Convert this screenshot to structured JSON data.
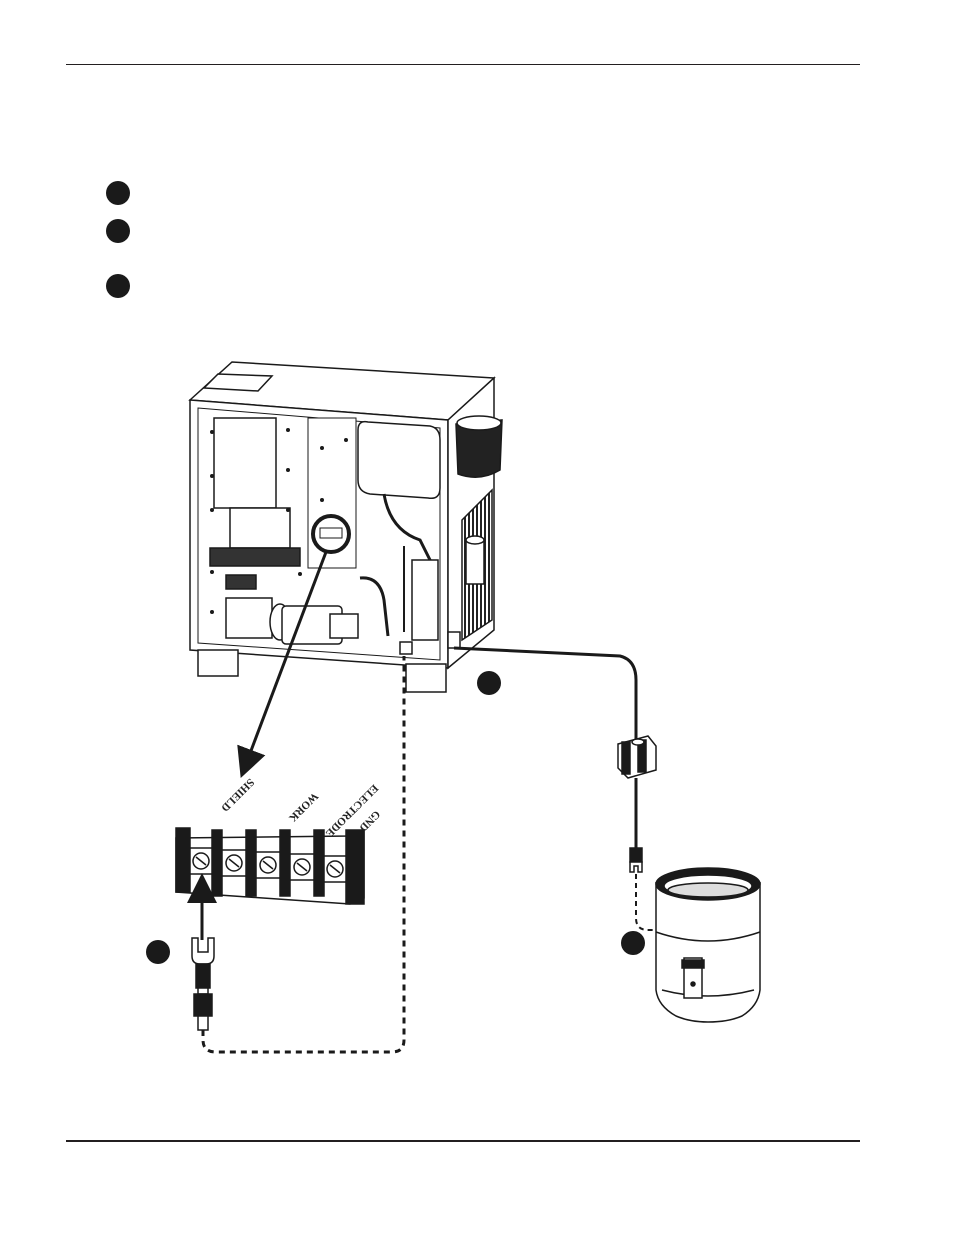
{
  "terminal_labels": {
    "shield": "SHIELD",
    "work": "WORK",
    "electrode": "ELECTRODE",
    "gnd": "GND"
  },
  "colors": {
    "ink": "#1a1a1a",
    "paper": "#ffffff"
  }
}
